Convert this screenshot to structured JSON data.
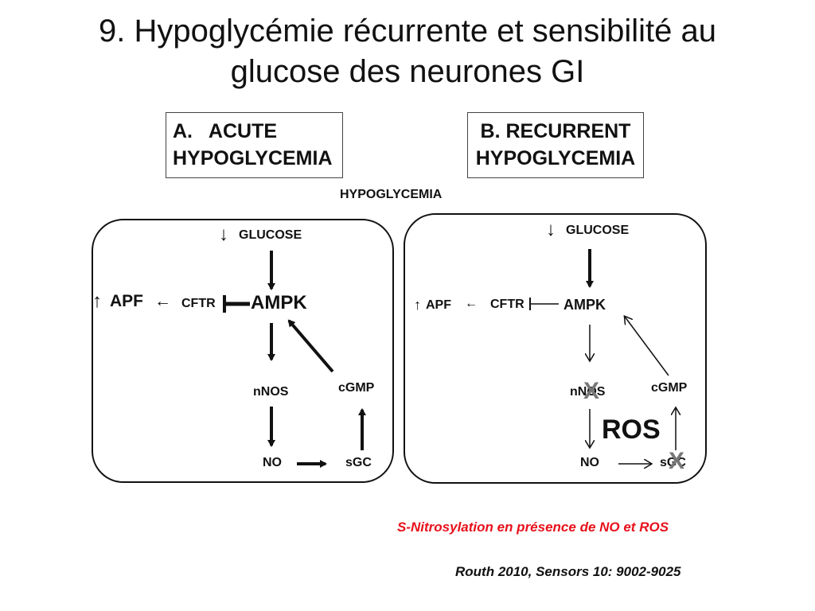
{
  "title": {
    "line1": "9. Hypoglycémie récurrente  et sensibilité au",
    "line2": "glucose des neurones GI"
  },
  "panels": {
    "acute": {
      "heading_line1": "A.   ACUTE",
      "heading_line2": "HYPOGLYCEMIA",
      "glucose": "GLUCOSE",
      "apf": "APF",
      "cftr": "CFTR",
      "ampk": "AMPK",
      "nnos": "nNOS",
      "cgmp": "cGMP",
      "no": "NO",
      "sgc": "sGC"
    },
    "recurrent": {
      "heading_line1": "B. RECURRENT",
      "heading_line2": "HYPOGLYCEMIA",
      "glucose": "GLUCOSE",
      "apf": "APF",
      "cftr": "CFTR",
      "ampk": "AMPK",
      "nnos": "nNOS",
      "cgmp": "cGMP",
      "ros": "ROS",
      "no": "NO",
      "sgc": "sGC"
    }
  },
  "shared_label": "HYPOGLYCEMIA",
  "glyphs": {
    "down_arrow": "↓",
    "up_arrow": "↑",
    "left_arrow": "←",
    "cross": "X"
  },
  "notes": {
    "nitrosylation": "S-Nitrosylation en présence de NO et ROS",
    "reference": "Routh 2010, Sensors 10: 9002-9025"
  },
  "colors": {
    "nitrosylation_note": "#e8101a",
    "cross_mark": "#777777"
  }
}
